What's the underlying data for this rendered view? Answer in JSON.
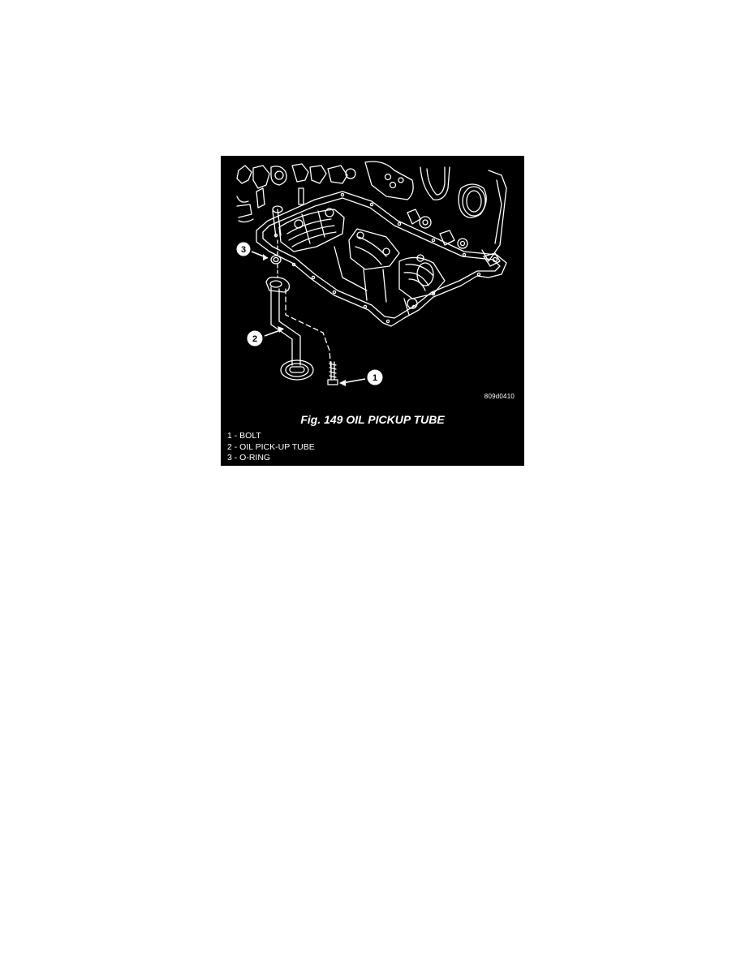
{
  "figure": {
    "id_code": "809d0410",
    "caption": "Fig. 149 OIL PICKUP TUBE",
    "legend": [
      {
        "number": "1",
        "text": "1 - BOLT"
      },
      {
        "number": "2",
        "text": "2 - OIL PICK-UP TUBE"
      },
      {
        "number": "3",
        "text": "3 - O-RING"
      }
    ],
    "callouts": {
      "c1": "1",
      "c2": "2",
      "c3": "3"
    },
    "colors": {
      "background": "#000000",
      "linework": "#ffffff",
      "page": "#ffffff"
    }
  }
}
